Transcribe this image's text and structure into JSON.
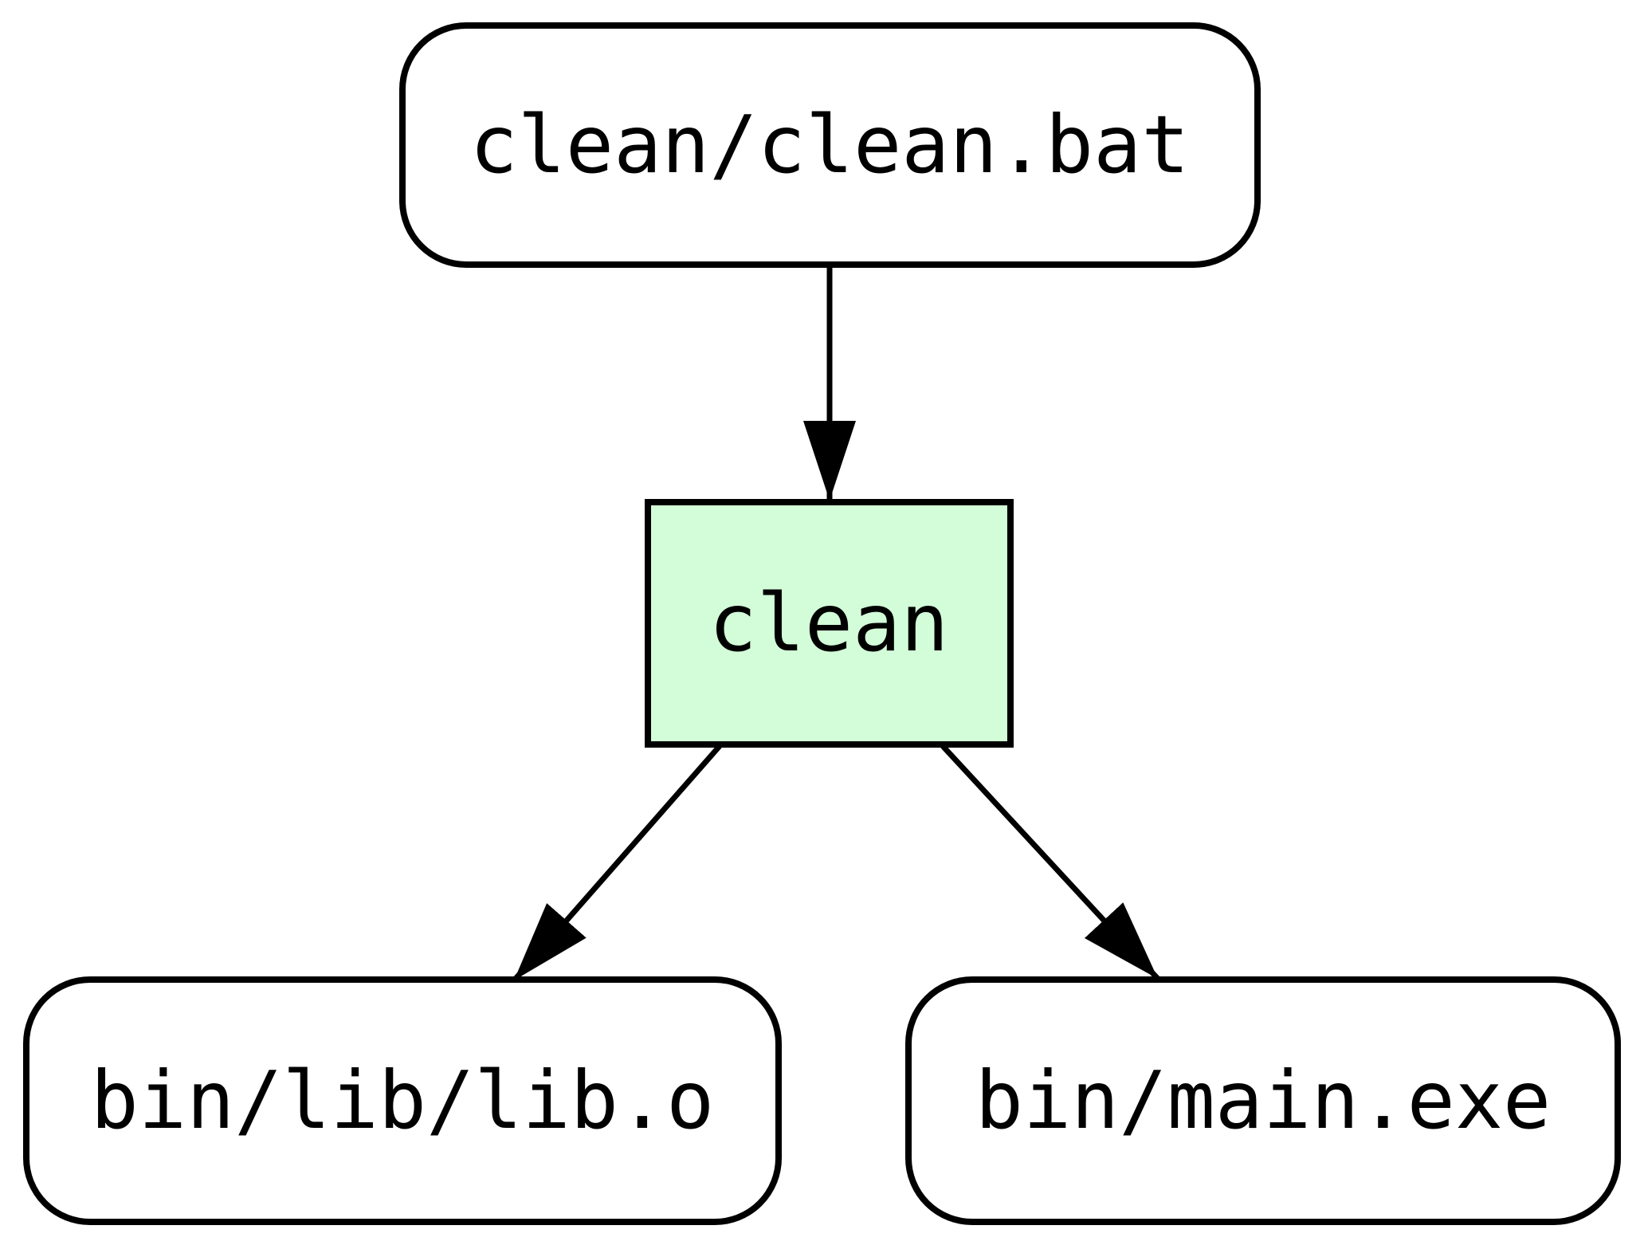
{
  "diagram": {
    "type": "dependency-graph",
    "background_color": "#ffffff",
    "stroke_color": "#000000",
    "highlight_fill": "#d2fdd8",
    "nodes": [
      {
        "id": "clean-bat",
        "label": "clean/clean.bat",
        "shape": "rounded-rect",
        "fill": "#ffffff",
        "role": "script-file"
      },
      {
        "id": "clean",
        "label": "clean",
        "shape": "rect",
        "fill": "#d2fdd8",
        "role": "target"
      },
      {
        "id": "lib-o",
        "label": "bin/lib/lib.o",
        "shape": "rounded-rect",
        "fill": "#ffffff",
        "role": "artifact-file"
      },
      {
        "id": "main-exe",
        "label": "bin/main.exe",
        "shape": "rounded-rect",
        "fill": "#ffffff",
        "role": "artifact-file"
      }
    ],
    "edges": [
      {
        "from": "clean/clean.bat",
        "to": "clean"
      },
      {
        "from": "clean",
        "to": "bin/lib/lib.o"
      },
      {
        "from": "clean",
        "to": "bin/main.exe"
      }
    ]
  }
}
